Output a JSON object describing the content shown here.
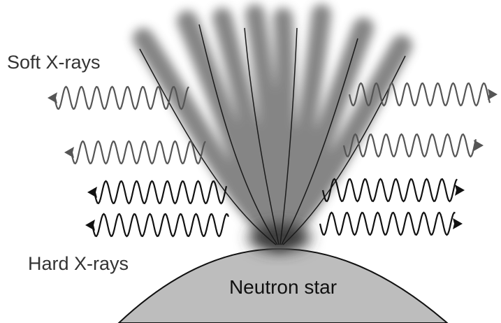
{
  "labels": {
    "soft": "Soft X-rays",
    "hard": "Hard X-rays",
    "star": "Neutron star"
  },
  "colors": {
    "background": "#ffffff",
    "star_fill": "#bdbdbd",
    "star_stroke": "#111111",
    "plume": "#6f6f6f",
    "field_line": "#1a1a1a",
    "wave_dark": "#111111",
    "wave_light": "#555555",
    "label_text": "#333333"
  },
  "icons": [
    "wave-arrow-icon"
  ]
}
